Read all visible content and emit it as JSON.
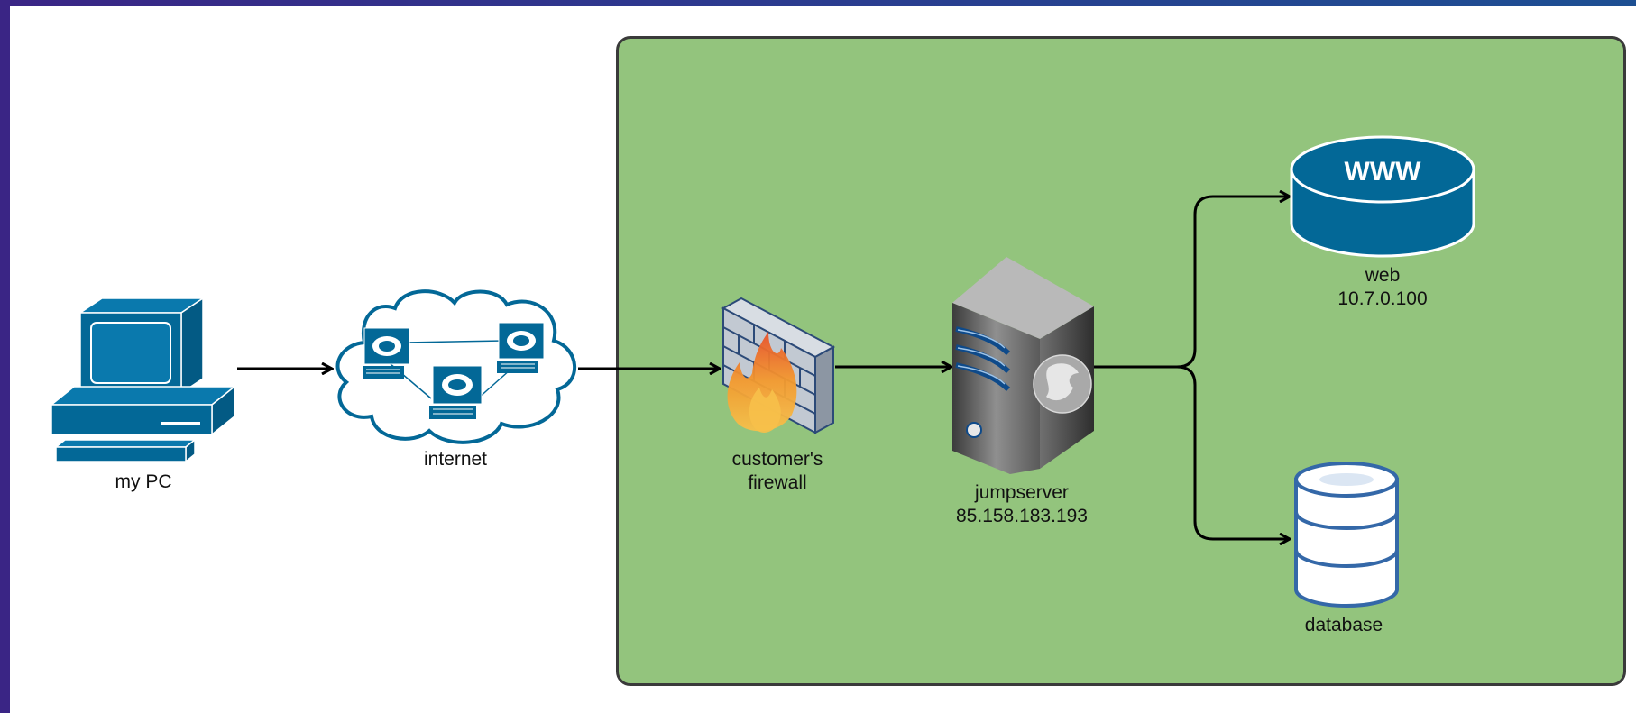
{
  "nodes": {
    "pc": {
      "label": "my PC"
    },
    "internet": {
      "label": "internet"
    },
    "firewall": {
      "label_line1": "customer's",
      "label_line2": "firewall"
    },
    "jumpserver": {
      "label_line1": "jumpserver",
      "label_line2": "85.158.183.193"
    },
    "web": {
      "label_line1": "web",
      "label_line2": "10.7.0.100",
      "badge": "WWW"
    },
    "database": {
      "label": "database"
    }
  },
  "colors": {
    "device_blue": "#036897",
    "zone_green": "#93c47d",
    "connector": "#000000"
  },
  "edges": [
    {
      "from": "pc",
      "to": "internet"
    },
    {
      "from": "internet",
      "to": "firewall"
    },
    {
      "from": "firewall",
      "to": "jumpserver"
    },
    {
      "from": "jumpserver",
      "to": "web"
    },
    {
      "from": "jumpserver",
      "to": "database"
    }
  ]
}
